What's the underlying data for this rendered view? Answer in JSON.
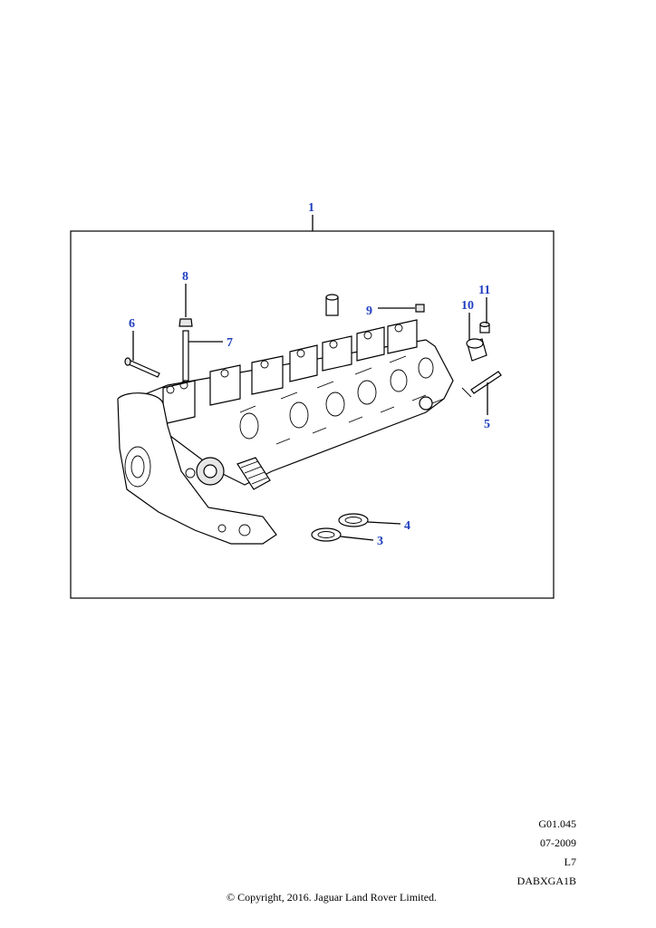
{
  "callouts": {
    "c1": "1",
    "c3": "3",
    "c4": "4",
    "c5": "5",
    "c6": "6",
    "c7": "7",
    "c8": "8",
    "c9": "9",
    "c10": "10",
    "c11": "11"
  },
  "meta": {
    "illustration_code": "G01.045",
    "date": "07-2009",
    "level": "L7",
    "ref": "DABXGA1B"
  },
  "copyright": "© Copyright, 2016. Jaguar Land Rover Limited.",
  "colors": {
    "callout": "#1f3fbf",
    "line": "#000000",
    "background": "#ffffff"
  }
}
